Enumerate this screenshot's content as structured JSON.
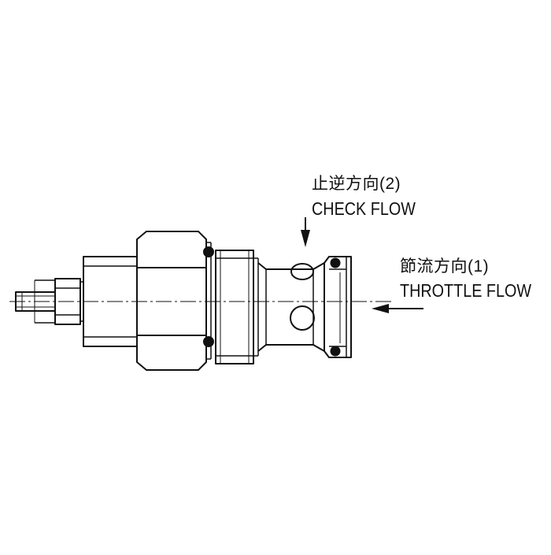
{
  "labels": {
    "check_flow_cn": "止逆方向(2)",
    "check_flow_en": "CHECK FLOW",
    "throttle_flow_cn": "節流方向(1)",
    "throttle_flow_en": "THROTTLE FLOW"
  },
  "colors": {
    "line": "#111111",
    "background": "#ffffff"
  },
  "icons": {
    "check_flow_arrow": "arrow-down-icon",
    "throttle_flow_arrow": "arrow-left-icon"
  }
}
